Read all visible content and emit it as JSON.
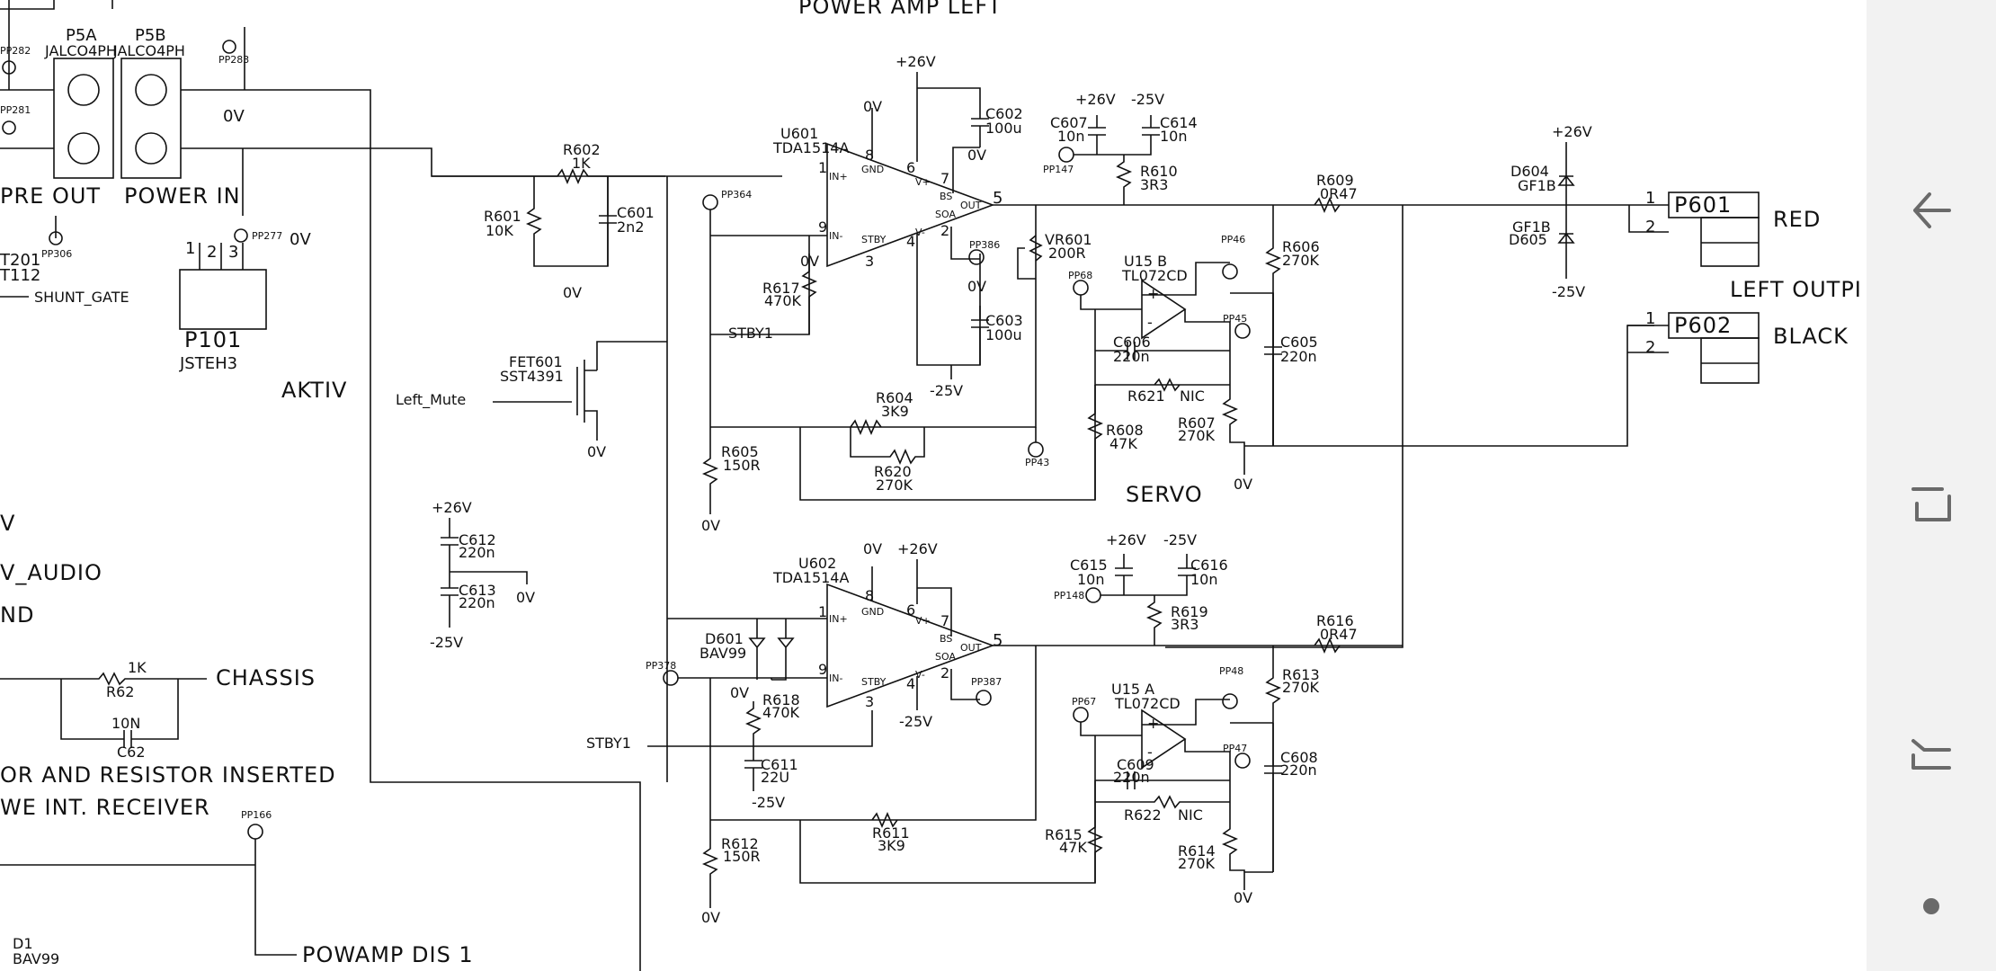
{
  "schematic": {
    "title": "POWER AMP LEFT",
    "section_labels": {
      "servo": "SERVO",
      "aktiv": "AKTIV",
      "left_output": "LEFT OUTPI",
      "pre_out": "PRE OUT",
      "power_in": "POWER IN"
    },
    "connectors": {
      "p5a": {
        "ref": "P5A",
        "value": "JALCO4PH"
      },
      "p5b": {
        "ref": "P5B",
        "value": "JALCO4PH"
      },
      "p101": {
        "ref": "P101",
        "value": "JSTEH3"
      },
      "p601": {
        "ref": "P601",
        "color_label": "RED",
        "pins": [
          "1",
          "2"
        ]
      },
      "p602": {
        "ref": "P602",
        "color_label": "BLACK",
        "pins": [
          "1",
          "2"
        ]
      }
    },
    "ics": {
      "u601": {
        "ref": "U601",
        "value": "TDA1514A"
      },
      "u602": {
        "ref": "U602",
        "value": "TDA1514A"
      },
      "u15b": {
        "ref": "U15 B",
        "value": "TL072CD"
      },
      "u15a": {
        "ref": "U15 A",
        "value": "TL072CD"
      },
      "pin_labels": {
        "in_plus": "IN+",
        "in_minus": "IN-",
        "gnd": "GND",
        "stby": "STBY",
        "vplus": "V+",
        "vminus": "V-",
        "bs": "BS",
        "soa": "SOA",
        "out": "OUT"
      }
    },
    "parts": {
      "r601": [
        "R601",
        "10K"
      ],
      "r602": [
        "R602",
        "1K"
      ],
      "r603": [
        "R606",
        "270K"
      ],
      "r604": [
        "R604",
        "3K9"
      ],
      "r605": [
        "R605",
        "150R"
      ],
      "r607": [
        "R607",
        "270K"
      ],
      "r608": [
        "R608",
        "47K"
      ],
      "r609": [
        "R609",
        "0R47"
      ],
      "r610": [
        "R610",
        "3R3"
      ],
      "r611": [
        "R611",
        "3K9"
      ],
      "r612": [
        "R612",
        "150R"
      ],
      "r613": [
        "R613",
        "270K"
      ],
      "r614": [
        "R614",
        "270K"
      ],
      "r615": [
        "R615",
        "47K"
      ],
      "r616": [
        "R616",
        "0R47"
      ],
      "r617": [
        "R617",
        "470K"
      ],
      "r618": [
        "R618",
        "470K"
      ],
      "r619": [
        "R619",
        "3R3"
      ],
      "r620": [
        "R620",
        "270K"
      ],
      "r621": [
        "R621",
        "NIC"
      ],
      "r622": [
        "R622",
        "NIC"
      ],
      "r62": [
        "R62",
        "1K"
      ],
      "vr601": [
        "VR601",
        "200R"
      ],
      "c601": [
        "C601",
        "2n2"
      ],
      "c602": [
        "C602",
        "100u"
      ],
      "c603": [
        "C603",
        "100u"
      ],
      "c605": [
        "C605",
        "220n"
      ],
      "c606": [
        "C606",
        "220n"
      ],
      "c607": [
        "C607",
        "10n"
      ],
      "c608": [
        "C608",
        "220n"
      ],
      "c609": [
        "C609",
        "220n"
      ],
      "c611": [
        "C611",
        "22U"
      ],
      "c612": [
        "C612",
        "220n"
      ],
      "c613": [
        "C613",
        "220n"
      ],
      "c614": [
        "C614",
        "10n"
      ],
      "c615": [
        "C615",
        "10n"
      ],
      "c616": [
        "C616",
        "10n"
      ],
      "c62": [
        "C62",
        "10N"
      ],
      "d601": [
        "D601",
        "BAV99"
      ],
      "d604": [
        "D604",
        "GF1B"
      ],
      "d605": [
        "D605",
        "GF1B"
      ],
      "d1": [
        "D1",
        "BAV99"
      ],
      "fet601": [
        "FET601",
        "SST4391"
      ]
    },
    "rails": {
      "pos": "+26V",
      "neg": "-25V",
      "gnd": "0V"
    },
    "nets": {
      "left_mute": "Left_Mute",
      "stby1": "STBY1",
      "shunt_gate": "SHUNT_GATE",
      "chassis": "CHASSIS",
      "powamp_dis": "POWAMP DIS 1",
      "audio": "V_AUDIO",
      "nd": "ND",
      "t201": "T201",
      "t112": "T112",
      "stby_partial": "STBY1"
    },
    "test_points": [
      "PP282",
      "PP283",
      "PP281",
      "PP306",
      "PP277",
      "PP364",
      "PP386",
      "PP147",
      "PP68",
      "PP46",
      "PP45",
      "PP43",
      "PP148",
      "PP378",
      "PP387",
      "PP67",
      "PP48",
      "PP47",
      "PP166"
    ],
    "note_lines": [
      "OR AND RESISTOR INSERTED",
      "WE INT. RECEIVER"
    ]
  },
  "navbar": {
    "back": "back-arrow-icon",
    "recents": "recents-icon",
    "home_alt": "forward-return-icon",
    "dot": "dot-icon"
  }
}
